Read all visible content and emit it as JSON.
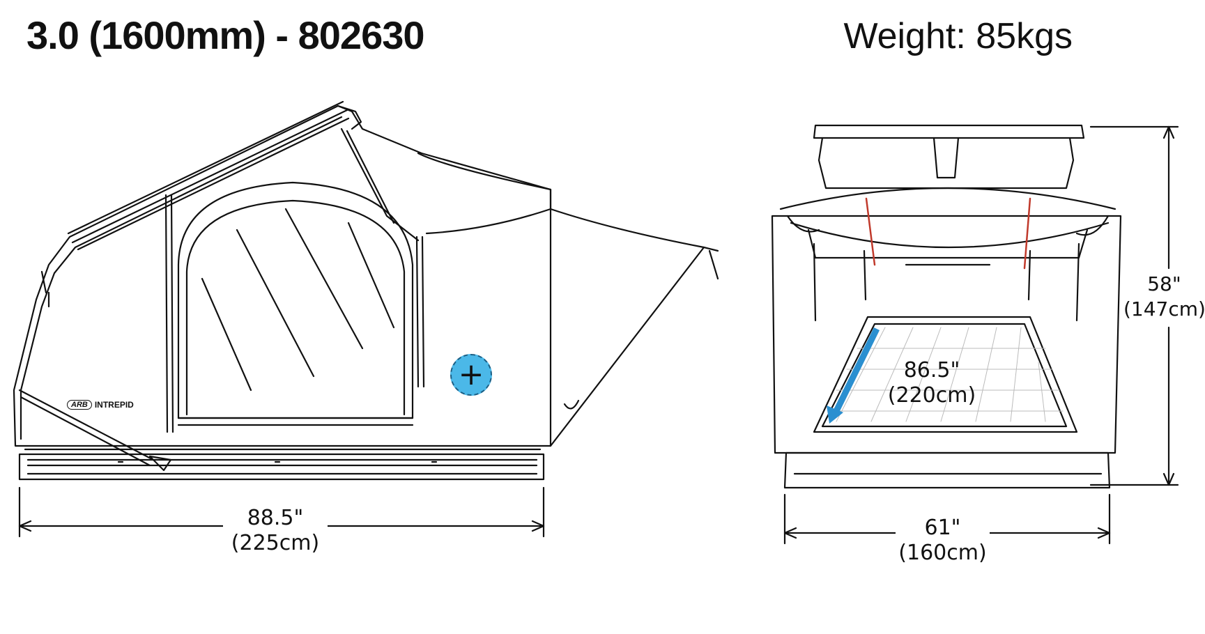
{
  "header": {
    "title": "3.0 (1600mm) - 802630",
    "weight": "Weight: 85kgs"
  },
  "side_view": {
    "brand_logo": "ARB",
    "brand_name": "INTREPID",
    "length_in": "88.5\"",
    "length_cm": "(225cm)"
  },
  "front_view": {
    "height_in": "58\"",
    "height_cm": "(147cm)",
    "width_in": "61\"",
    "width_cm": "(160cm)",
    "floor_length_in": "86.5\"",
    "floor_length_cm": "(220cm)"
  },
  "hotspot": {
    "icon": "plus-icon",
    "symbol": "+"
  },
  "colors": {
    "accent": "#4bb8e8",
    "accent_dark": "#1b5f85",
    "arrow": "#2a8fd0",
    "strap": "#c0392b"
  }
}
